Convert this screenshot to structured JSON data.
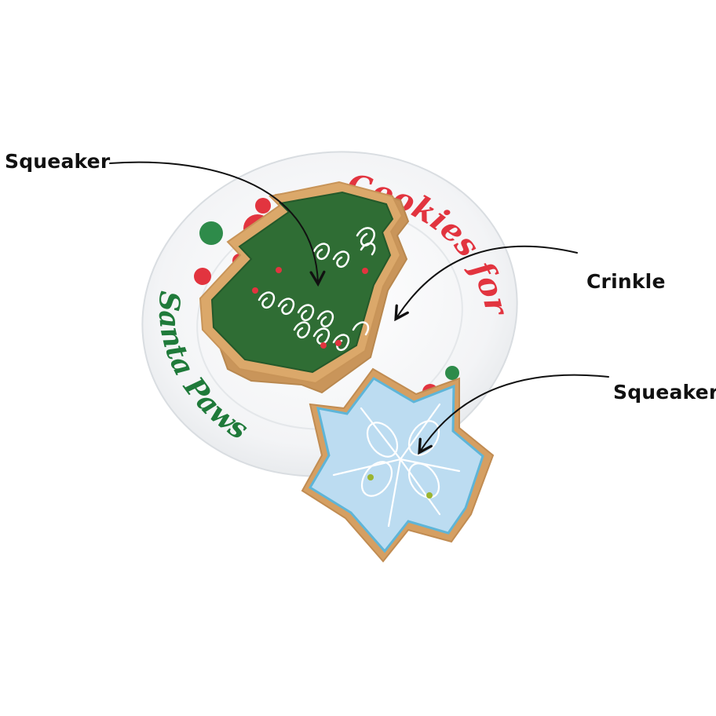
{
  "colors": {
    "background": "#ffffff",
    "label_text": "#111111",
    "arrow": "#111111",
    "plate": "#f4f5f6",
    "plate_rim": "#dfe2e5",
    "accent_red": "#e2343f",
    "accent_green": "#1f7a3a",
    "tree_green": "#2d6b33",
    "cookie_tan": "#d8a86a",
    "star_blue": "#bfdcf0",
    "icing_white": "#ffffff"
  },
  "plate": {
    "text_top": "Cookies for",
    "text_bottom": "Santa Paws"
  },
  "callouts": [
    {
      "id": "squeaker-tree",
      "label": "Squeaker",
      "target": "tree-cookie"
    },
    {
      "id": "crinkle",
      "label": "Crinkle",
      "target": "plate"
    },
    {
      "id": "squeaker-star",
      "label": "Squeaker",
      "target": "snowflake-cookie"
    }
  ]
}
